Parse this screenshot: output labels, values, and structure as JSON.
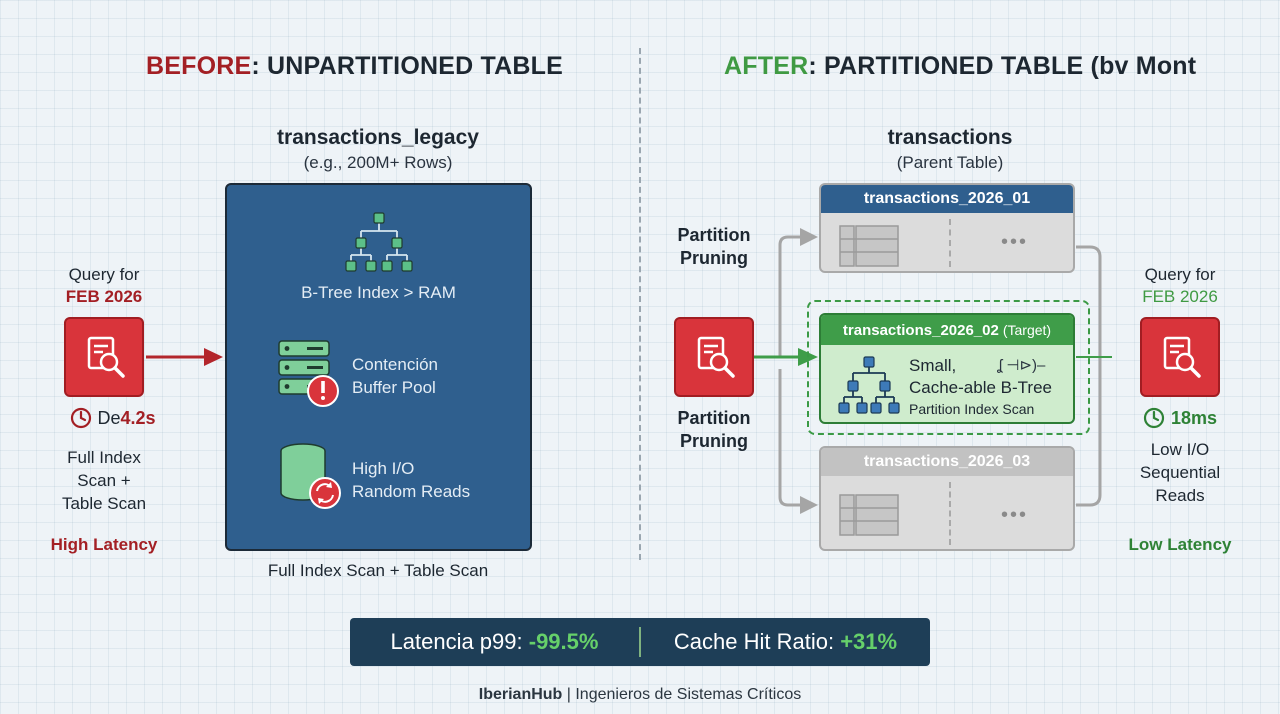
{
  "before": {
    "heading_prefix": "BEFORE",
    "heading_rest": ": UNPARTITIONED TABLE",
    "table_name": "transactions_legacy",
    "table_note": "(e.g., 200M+ Rows)",
    "items": [
      {
        "icon": "btree-icon",
        "text": "B-Tree Index > RAM"
      },
      {
        "icon": "server-warning-icon",
        "line1": "Contención",
        "line2": "Buffer Pool"
      },
      {
        "icon": "database-refresh-icon",
        "line1": "High I/O",
        "line2": "Random Reads"
      }
    ],
    "caption": "Full Index Scan + Table Scan",
    "query_label": "Query for",
    "query_date": "FEB 2026",
    "time_prefix": "De ",
    "time_value": "4.2s",
    "scan_lines": [
      "Full Index",
      "Scan +",
      "Table Scan"
    ],
    "latency_label": "High Latency"
  },
  "after": {
    "heading_prefix": "AFTER",
    "heading_rest": ": PARTITIONED TABLE (bv Month",
    "table_name": "transactions",
    "table_note": "(Parent Table)",
    "pruning_top": [
      "Partition",
      "Pruning"
    ],
    "pruning_bottom": [
      "Partition",
      "Pruning"
    ],
    "partitions": [
      {
        "name": "transactions_2026_01",
        "state": "active-header"
      },
      {
        "name": "transactions_2026_03",
        "state": "dimmed"
      }
    ],
    "target": {
      "name": "transactions_2026_02",
      "tag": "(Target)",
      "line1": "Small,",
      "line2": "Cache-able B-Tree",
      "line3": "Partition Index Scan",
      "squiggle": "ʆ ⊣⊳)–"
    },
    "query_label": "Query for",
    "query_date": "FEB 2026",
    "time_value": "18ms",
    "io_lines": [
      "Low I/O",
      "Sequential",
      "Reads"
    ],
    "latency_label": "Low Latency"
  },
  "metrics": {
    "latency_label": "Latencia p99: ",
    "latency_value": "-99.5%",
    "cache_label": "Cache Hit Ratio: ",
    "cache_value": "+31%"
  },
  "footer": {
    "brand": "IberianHub",
    "separator": " | ",
    "tagline": "Ingenieros de Sistemas Críticos"
  },
  "colors": {
    "red_accent": "#a31f24",
    "green_accent": "#3f9a43",
    "legacy_blue": "#2f5f8e",
    "partition_header_blue": "#2f5f8e",
    "target_green": "#3f9d49",
    "metrics_bg": "#1e3e57"
  }
}
